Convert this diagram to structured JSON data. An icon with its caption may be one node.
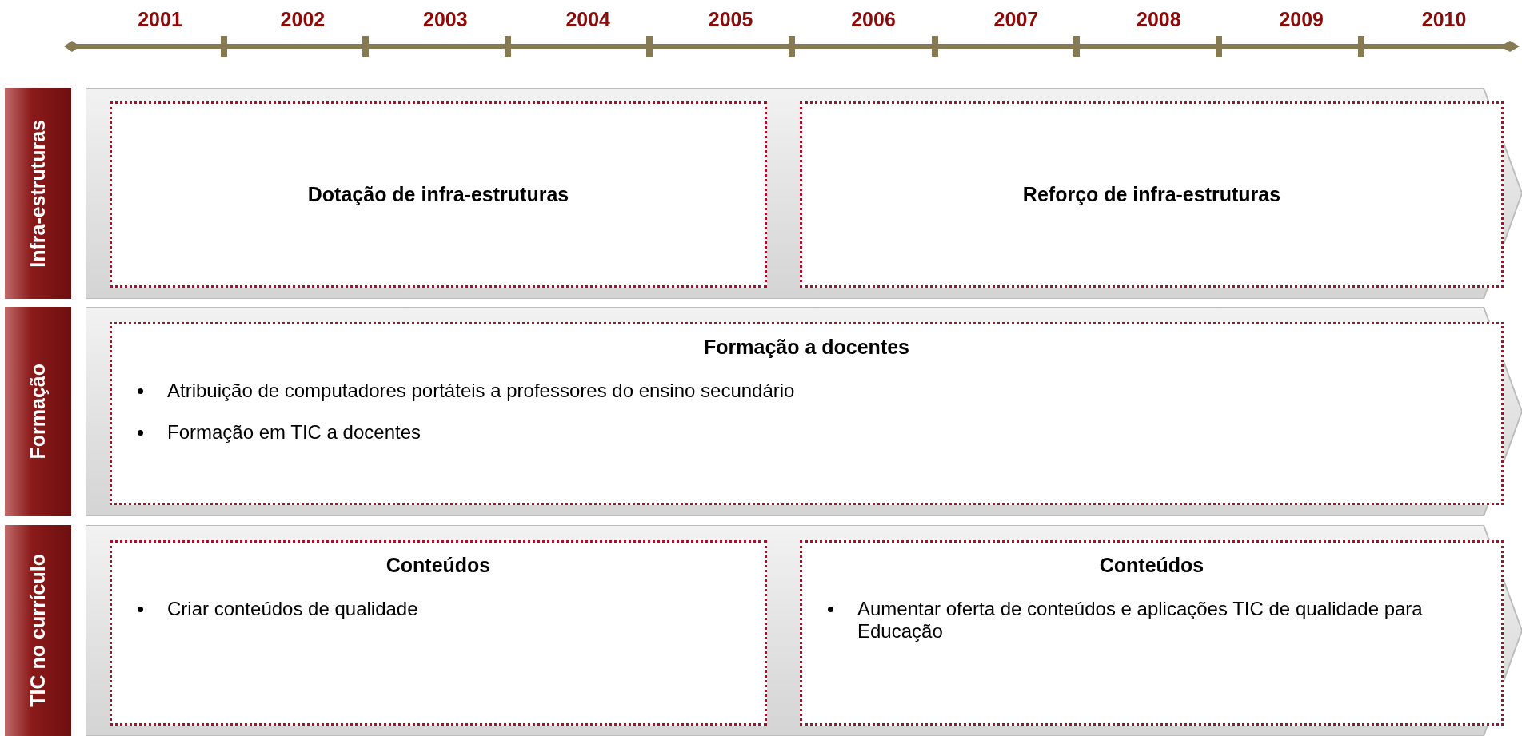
{
  "diagram": {
    "nodes": [
      {
        "text": [
          "Infra-estruturas"
        ]
      },
      {
        "text": [],
        "shape": "band"
      },
      {
        "text": [
          "Dotação de infra-estruturas"
        ],
        "in": 1
      },
      {
        "text": [
          "Reforço de infra-estruturas"
        ],
        "in": 1
      },
      {
        "text": [
          "Formação"
        ]
      },
      {
        "text": [],
        "shape": "band"
      },
      {
        "text": [
          "Formação a docentes",
          "Atribuição de computadores portáteis a professores do ensino secundário",
          "Formação em TIC a docentes"
        ],
        "in": 5
      },
      {
        "text": [
          "TIC no currículo"
        ]
      },
      {
        "text": [],
        "shape": "band"
      },
      {
        "text": [
          "Conteúdos",
          "Criar conteúdos de qualidade"
        ],
        "in": 8
      },
      {
        "text": [
          "Conteúdos",
          "Aumentar oferta de conteúdos e aplicações TIC de qualidade para Educação"
        ],
        "in": 8
      }
    ],
    "edges": [],
    "labels": [
      "2001",
      "2002",
      "2003",
      "2004",
      "2005",
      "2006",
      "2007",
      "2008",
      "2009",
      "2010"
    ]
  }
}
